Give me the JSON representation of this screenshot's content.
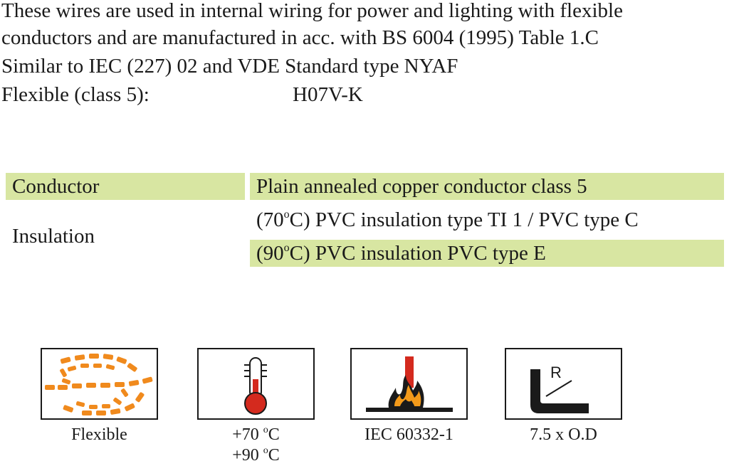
{
  "intro": {
    "line1": "These wires are used in internal wiring for power and lighting with flexible",
    "line2": "conductors and are manufactured in acc. with   BS 6004 (1995) Table 1.C",
    "line3": "Similar to IEC (227) 02 and VDE Standard type NYAF",
    "line4_label": "Flexible (class 5):",
    "line4_value": "H07V-K"
  },
  "spec_table": {
    "conductor_label": "Conductor",
    "conductor_value": "Plain annealed copper conductor class 5",
    "insulation_label": "Insulation",
    "insulation_row1_pre": "(70",
    "insulation_row1_sup": "o",
    "insulation_row1_post": "C) PVC insulation type TI 1 / PVC type C",
    "insulation_row2_pre": "(90",
    "insulation_row2_sup": "o",
    "insulation_row2_post": "C) PVC insulation  PVC type E"
  },
  "icons": [
    {
      "icon": "flexible-icon",
      "caption": "Flexible"
    },
    {
      "icon": "thermometer-icon",
      "caption_line1_pre": "+70 ",
      "caption_line1_sup": "o",
      "caption_line1_post": "C",
      "caption_line2_pre": "+90 ",
      "caption_line2_sup": "o",
      "caption_line2_post": "C"
    },
    {
      "icon": "flame-test-icon",
      "caption": "IEC 60332-1"
    },
    {
      "icon": "bend-radius-icon",
      "label": "R",
      "caption": "7.5 x O.D"
    }
  ],
  "colors": {
    "table_highlight": "#d8e6a2",
    "flexible_orange": "#f08a1d",
    "thermometer_red": "#d42a1e",
    "flame_orange": "#f39a1a"
  }
}
